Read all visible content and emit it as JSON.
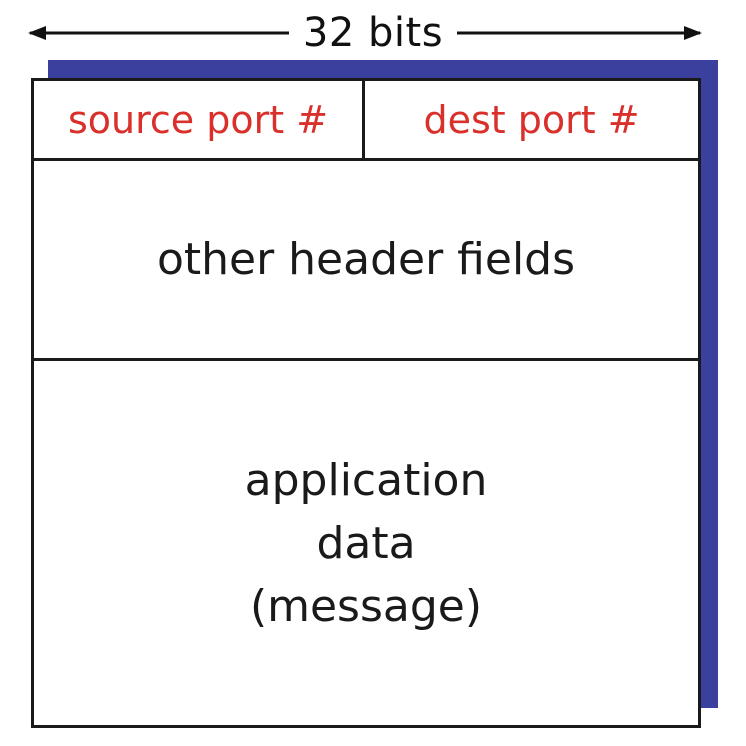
{
  "width_label": "32 bits",
  "segment": {
    "source_port": "source port #",
    "dest_port": "dest port #",
    "other_header": "other header fields",
    "payload_lines": [
      "application",
      "data",
      "(message)"
    ]
  },
  "colors": {
    "port_text": "#d9302c",
    "shadow": "#3b3f9e",
    "line": "#1a1a1a"
  }
}
